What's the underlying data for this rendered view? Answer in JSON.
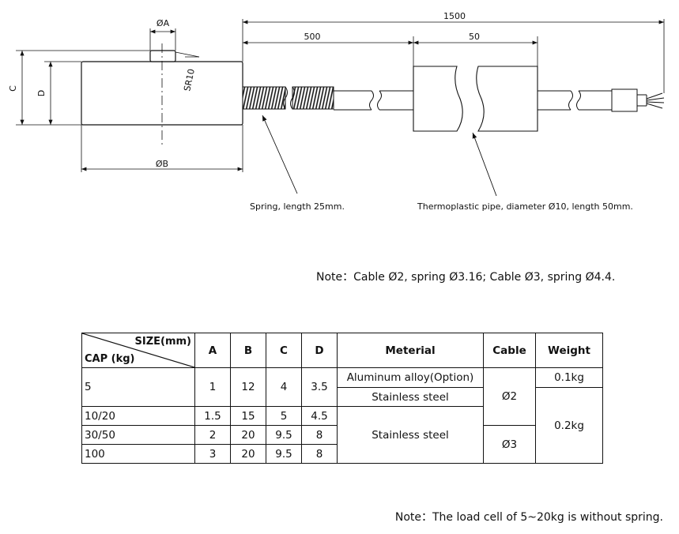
{
  "dimensions": {
    "dia_a": "ØA",
    "dia_b": "ØB",
    "height_c": "C",
    "height_d": "D",
    "radius": "SR10",
    "total_length": "1500",
    "to_pipe_length": "500",
    "pipe_length": "50"
  },
  "callouts": {
    "spring": "Spring, length 25mm.",
    "pipe": "Thermoplastic pipe, diameter Ø10, length 50mm."
  },
  "notes": {
    "cable": "Note：Cable Ø2, spring Ø3.16; Cable Ø3, spring Ø4.4.",
    "spring": "Note：The load cell of 5~20kg is without spring."
  },
  "table": {
    "header": {
      "size_label": "SIZE(mm)",
      "cap_label": "CAP (kg)",
      "a": "A",
      "b": "B",
      "c": "C",
      "d": "D",
      "material": "Meterial",
      "cable": "Cable",
      "weight": "Weight"
    },
    "rows": [
      {
        "cap": "5",
        "a": "1",
        "b": "12",
        "c": "4",
        "d": "3.5"
      },
      {
        "cap": "10/20",
        "a": "1.5",
        "b": "15",
        "c": "5",
        "d": "4.5"
      },
      {
        "cap": "30/50",
        "a": "2",
        "b": "20",
        "c": "9.5",
        "d": "8"
      },
      {
        "cap": "100",
        "a": "3",
        "b": "20",
        "c": "9.5",
        "d": "8"
      }
    ],
    "material": {
      "aluminum": "Aluminum alloy(Option)",
      "stainless_1": "Stainless steel",
      "stainless_2": "Stainless steel"
    },
    "cable": {
      "small": "Ø2",
      "large": "Ø3"
    },
    "weight": {
      "light": "0.1kg",
      "heavy": "0.2kg"
    }
  }
}
